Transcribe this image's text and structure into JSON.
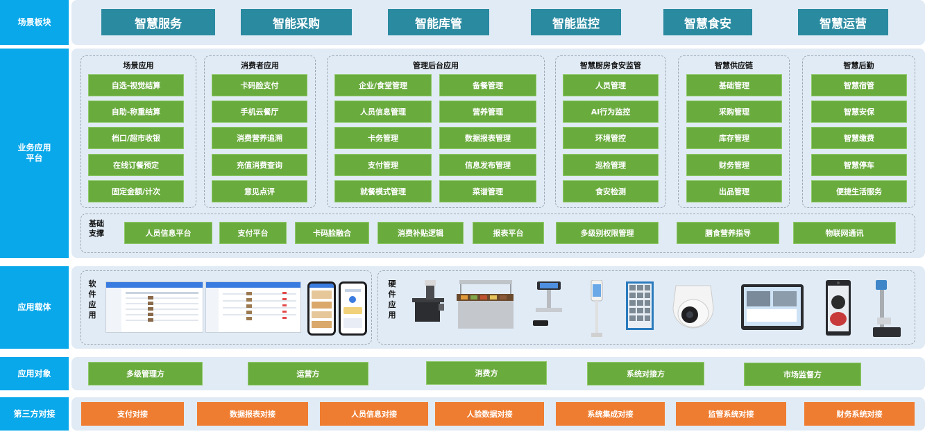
{
  "rows": {
    "scene_label": "场景板块",
    "biz_label": "业务应用\n平台",
    "carrier_label": "应用载体",
    "target_label": "应用对象",
    "third_label": "第三方对接"
  },
  "scenes": [
    "智慧服务",
    "智能采购",
    "智能库管",
    "智能监控",
    "智慧食安",
    "智慧运营"
  ],
  "groups": {
    "scene_app": {
      "title": "场景应用",
      "items": [
        "自选-视觉结算",
        "自助-称重结算",
        "档口/超市收银",
        "在线订餐预定",
        "固定金额/计次"
      ]
    },
    "consumer_app": {
      "title": "消费者应用",
      "items": [
        "卡码脸支付",
        "手机云餐厅",
        "消费营养追溯",
        "充值消费查询",
        "意见点评"
      ]
    },
    "admin_app": {
      "title": "管理后台应用",
      "left": [
        "企业/食堂管理",
        "人员信息管理",
        "卡务管理",
        "支付管理",
        "就餐模式管理"
      ],
      "right": [
        "备餐管理",
        "营养管理",
        "数据报表管理",
        "信息发布管理",
        "菜谱管理"
      ]
    },
    "kitchen_safety": {
      "title": "智慧厨房食安监管",
      "items": [
        "人员管理",
        "AI行为监控",
        "环境管控",
        "巡检管理",
        "食安检测"
      ]
    },
    "supply_chain": {
      "title": "智慧供应链",
      "items": [
        "基础管理",
        "采购管理",
        "库存管理",
        "财务管理",
        "出品管理"
      ]
    },
    "logistics": {
      "title": "智慧后勤",
      "items": [
        "智慧宿管",
        "智慧安保",
        "智慧缴费",
        "智慧停车",
        "便捷生活服务"
      ]
    }
  },
  "base_support": {
    "title": "基础\n支撑",
    "items": [
      "人员信息平台",
      "支付平台",
      "卡码脸融合",
      "消费补贴逻辑",
      "报表平台",
      "多级别权限管理",
      "膳食营养指导",
      "物联网通讯"
    ]
  },
  "carrier": {
    "software_label": "软件应用",
    "hardware_label": "硬件应用"
  },
  "targets": [
    "多级管理方",
    "运营方",
    "消费方",
    "系统对接方",
    "市场监督方"
  ],
  "third_party": [
    "支付对接",
    "数据报表对接",
    "人员信息对接",
    "人脸数据对接",
    "系统集成对接",
    "监管系统对接",
    "财务系统对接"
  ],
  "colors": {
    "label_blue": "#08a8ea",
    "panel_bg": "#e1ebf5",
    "scene_teal": "#2a8aa0",
    "green": "#6aab3e",
    "orange": "#ef7d31"
  }
}
